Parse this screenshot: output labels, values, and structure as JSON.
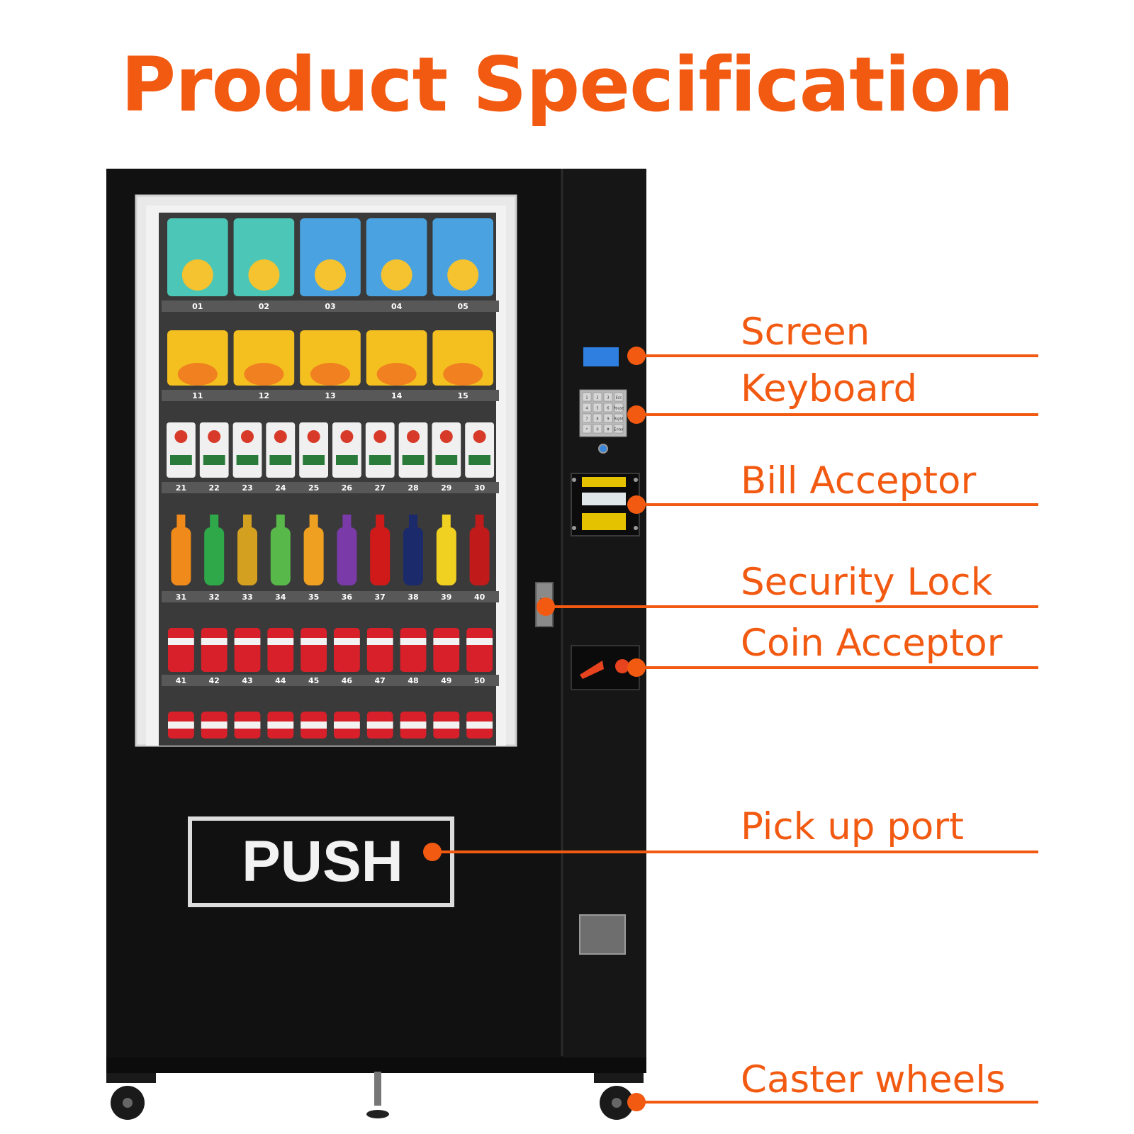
{
  "title": "Product Specification",
  "push_label": "PUSH",
  "accent_color": "#f25a12",
  "machine_color": "#111111",
  "callouts": [
    {
      "id": "screen",
      "label": "Screen"
    },
    {
      "id": "keyboard",
      "label": "Keyboard"
    },
    {
      "id": "bill-acceptor",
      "label": "Bill Acceptor"
    },
    {
      "id": "security-lock",
      "label": "Security Lock"
    },
    {
      "id": "coin-acceptor",
      "label": "Coin Acceptor"
    },
    {
      "id": "pick-up-port",
      "label": "Pick up port"
    },
    {
      "id": "caster-wheels",
      "label": "Caster wheels"
    }
  ],
  "shelves": [
    {
      "type": "snack-bag",
      "slots": [
        "01",
        "02",
        "03",
        "04",
        "05"
      ]
    },
    {
      "type": "noodle-bag",
      "slots": [
        "11",
        "12",
        "13",
        "14",
        "15"
      ]
    },
    {
      "type": "small-pack",
      "slots": [
        "21",
        "22",
        "23",
        "24",
        "25",
        "26",
        "27",
        "28",
        "29",
        "30"
      ]
    },
    {
      "type": "bottle",
      "slots": [
        "31",
        "32",
        "33",
        "34",
        "35",
        "36",
        "37",
        "38",
        "39",
        "40"
      ]
    },
    {
      "type": "can",
      "slots": [
        "41",
        "42",
        "43",
        "44",
        "45",
        "46",
        "47",
        "48",
        "49",
        "50"
      ]
    },
    {
      "type": "can",
      "slots": []
    }
  ],
  "keypad_keys": [
    "1",
    "2",
    "3",
    "Esc",
    "4",
    "5",
    "6",
    "Pause",
    "7",
    "8",
    "9",
    "Right",
    "*",
    "0",
    "#",
    "Enter"
  ]
}
